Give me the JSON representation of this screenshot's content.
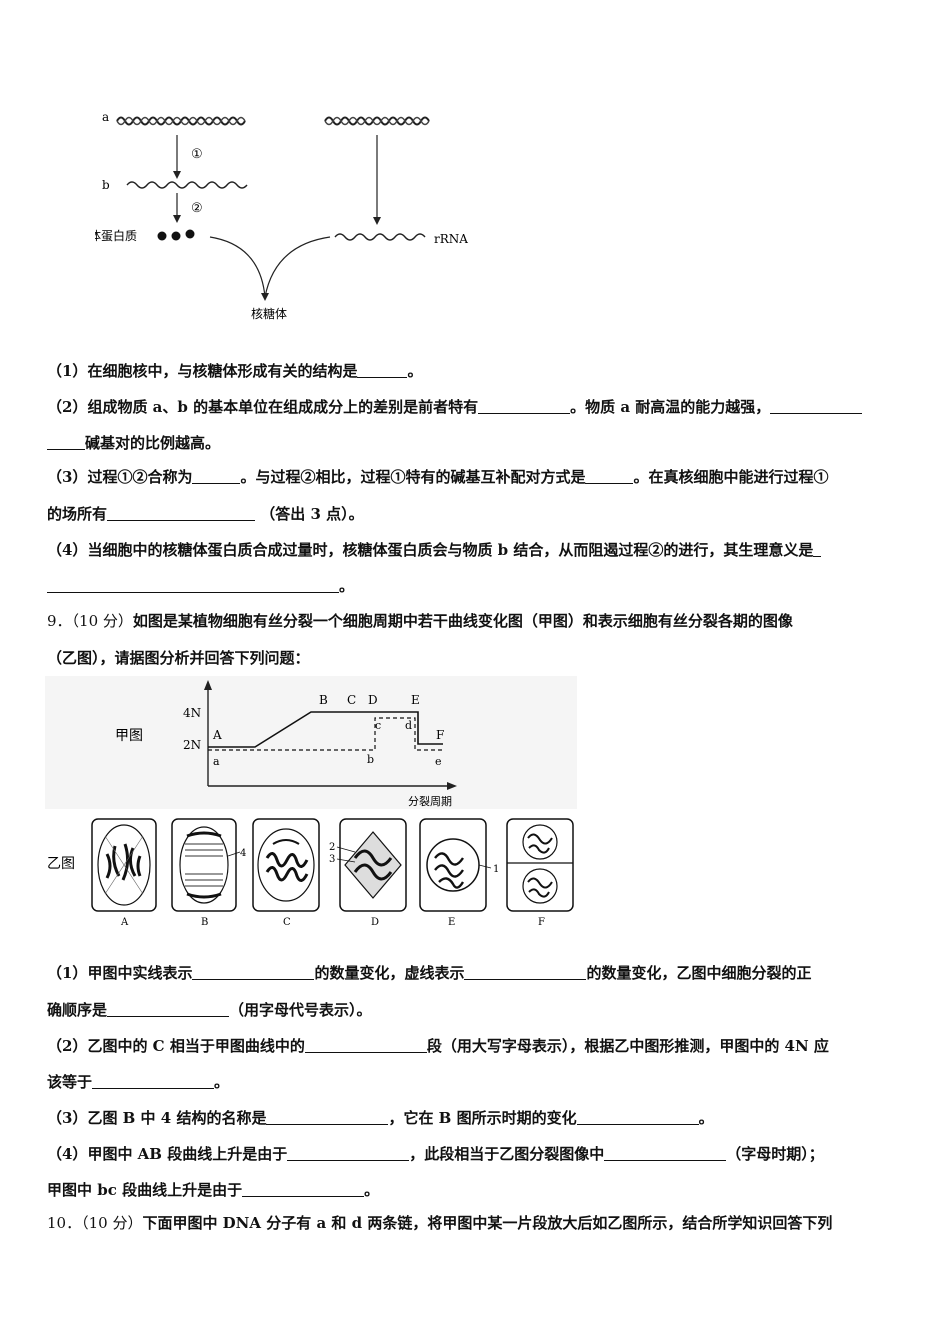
{
  "figure1": {
    "label_a": "a",
    "label_b": "b",
    "step1": "①",
    "step2": "②",
    "ribosomal_protein": "核糖体蛋白质",
    "rrna": "rRNA",
    "ribosome": "核糖体"
  },
  "q8": {
    "p1": {
      "num": "（1）",
      "text": "在细胞核中，与核糖体形成有关的结构是",
      "end": "。"
    },
    "p2a": {
      "num": "（2）",
      "text": "组成物质 a、b 的基本单位在组成成分上的差别是前者特有",
      "mid": "。物质 a 耐高温的能力越强，"
    },
    "p2b": {
      "end": "碱基对的比例越高。"
    },
    "p3a": {
      "num": "（3）",
      "text": "过程①②合称为",
      "mid1": "。与过程②相比，过程①特有的碱基互补配对方式是",
      "mid2": "。在真核细胞中能进行过程①"
    },
    "p3b": {
      "text": "的场所有",
      "end": "（答出 3 点）。"
    },
    "p4a": {
      "num": "（4）",
      "text": "当细胞中的核糖体蛋白质合成过量时，核糖体蛋白质会与物质 b 结合，从而阻遏过程②的进行，其生理意义是"
    },
    "p4b": {
      "end": "。"
    }
  },
  "q9": {
    "stem_a": {
      "num": "9．",
      "score": "（10 分）",
      "text": "如图是某植物细胞有丝分裂一个细胞周期中若干曲线变化图（甲图）和表示细胞有丝分裂各期的图像"
    },
    "stem_b": "（乙图），请据图分析并回答下列问题：",
    "chart": {
      "title_jia": "甲图",
      "y_4n": "4N",
      "y_2n": "2N",
      "x_label": "分裂周期",
      "points": {
        "A": "A",
        "B": "B",
        "C": "C",
        "D": "D",
        "E": "E",
        "F": "F",
        "a": "a",
        "b": "b",
        "c": "c",
        "d": "d",
        "e": "e"
      }
    },
    "cells": {
      "title_yi": "乙图",
      "labels": [
        "A",
        "B",
        "C",
        "D",
        "E",
        "F"
      ],
      "n1": "1",
      "n2": "2",
      "n3": "3",
      "n4": "4"
    },
    "p1a": {
      "num": "（1）",
      "text": "甲图中实线表示",
      "mid1": "的数量变化，虚线表示",
      "mid2": "的数量变化，乙图中细胞分裂的正"
    },
    "p1b": {
      "text": "确顺序是",
      "end": "（用字母代号表示）。"
    },
    "p2a": {
      "num": "（2）",
      "text": "乙图中的 C 相当于甲图曲线中的",
      "mid": "段（用大写字母表示），根据乙中图形推测，甲图中的 4N 应"
    },
    "p2b": {
      "text": "该等于",
      "end": "。"
    },
    "p3": {
      "num": "（3）",
      "text": "乙图 B 中 4 结构的名称是",
      "mid": "，它在 B 图所示时期的变化",
      "end": "。"
    },
    "p4a": {
      "num": "（4）",
      "text": "甲图中 AB 段曲线上升是由于",
      "mid1": "，此段相当于乙图分裂图像中",
      "mid2": "（字母时期）；"
    },
    "p4b": {
      "text": "甲图中 bc 段曲线上升是由于",
      "end": "。"
    }
  },
  "q10": {
    "num": "10．",
    "score": "（10 分）",
    "text": "下面甲图中 DNA 分子有 a 和 d 两条链，将甲图中某一片段放大后如乙图所示，结合所学知识回答下列"
  }
}
